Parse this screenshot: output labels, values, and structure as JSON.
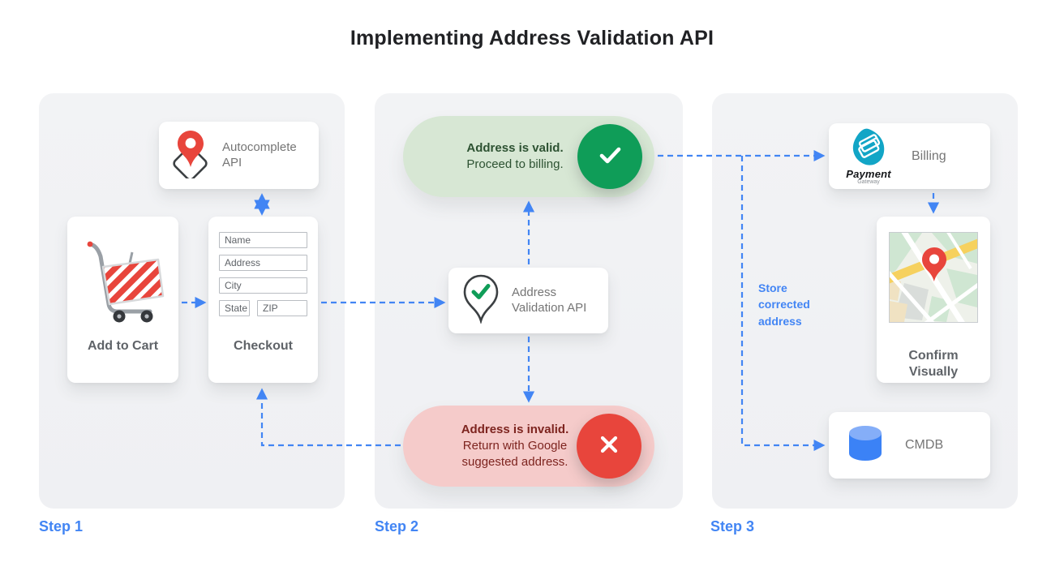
{
  "title": "Implementing Address Validation API",
  "steps": {
    "step1": {
      "label": "Step 1",
      "autocomplete_api": "Autocomplete API",
      "add_to_cart": "Add to Cart",
      "checkout": "Checkout",
      "form_fields": [
        "Name",
        "Address",
        "City",
        "State",
        "ZIP"
      ]
    },
    "step2": {
      "label": "Step 2",
      "valid_title": "Address is valid.",
      "valid_subtitle": "Proceed to billing.",
      "api_label": "Address Validation API",
      "invalid_title": "Address is invalid.",
      "invalid_subtitle": "Return with Google suggested address."
    },
    "step3": {
      "label": "Step 3",
      "billing": "Billing",
      "payment_logo_title": "Payment",
      "payment_logo_subtitle": "Gateway",
      "confirm_visually": "Confirm Visually",
      "cmdb": "CMDB",
      "store_note": "Store corrected address"
    }
  },
  "colors": {
    "accent_blue": "#4285f4",
    "valid_green": "#0f9d58",
    "valid_bg": "#d7e7d4",
    "valid_text": "#2d5232",
    "invalid_red": "#e8453c",
    "invalid_bg": "#f5cbca",
    "invalid_text": "#7d241f",
    "payment_teal": "#12a5c6"
  }
}
